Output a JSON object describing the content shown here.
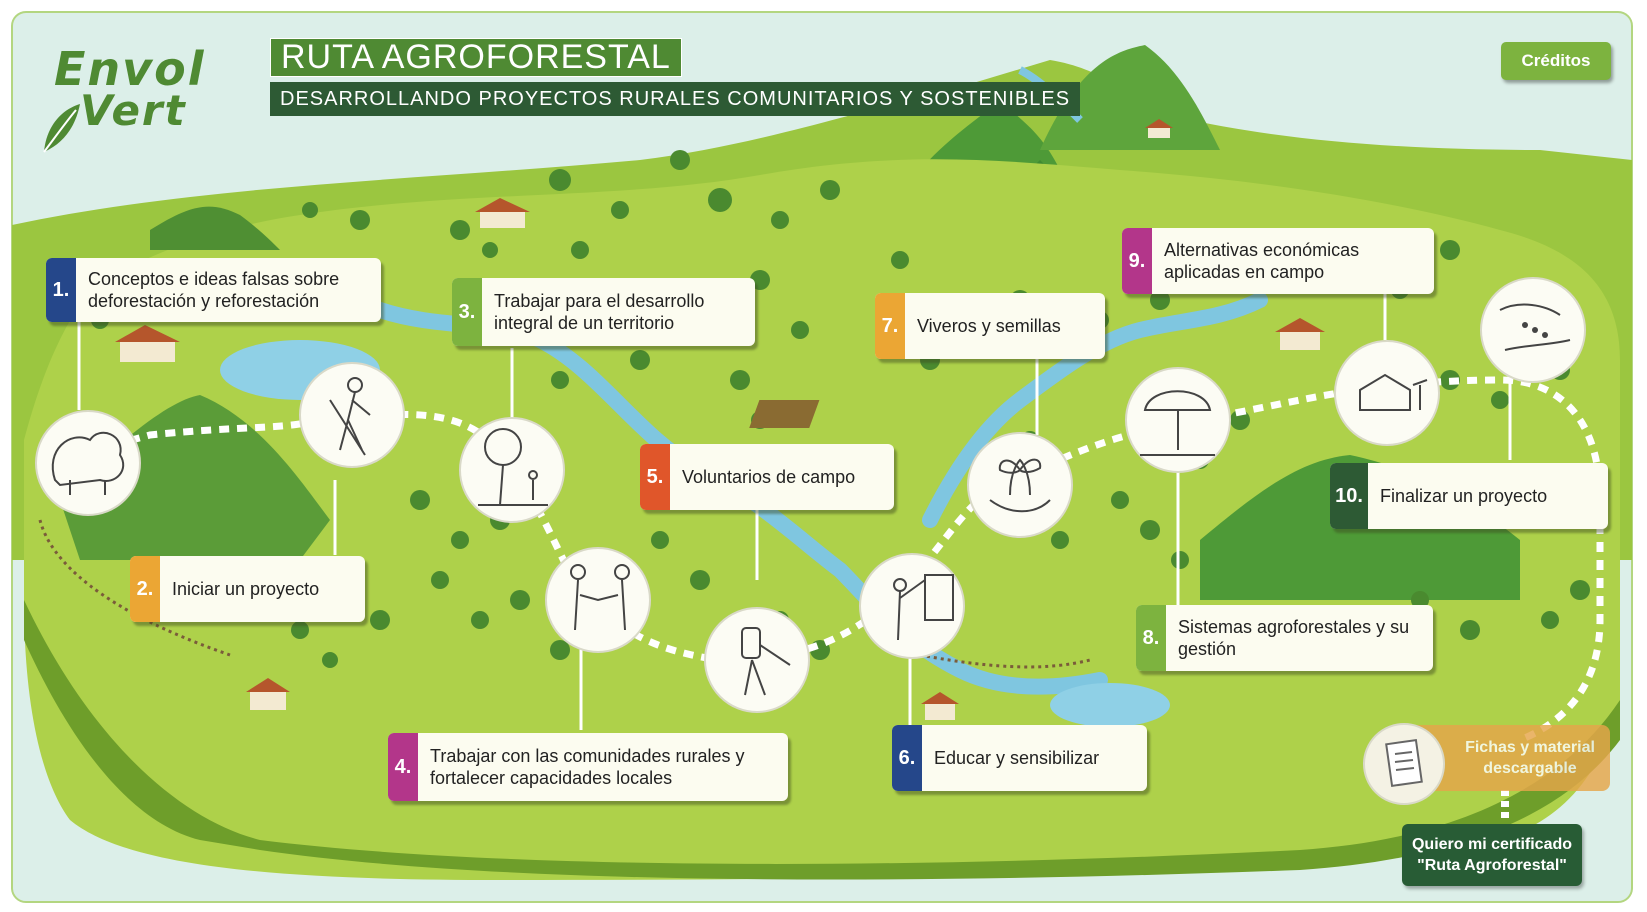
{
  "header": {
    "title": "RUTA AGROFORESTAL",
    "subtitle": "DESARROLLANDO PROYECTOS RURALES COMUNITARIOS Y SOSTENIBLES",
    "logo_text": [
      "Envol",
      "Vert"
    ]
  },
  "credits_label": "Créditos",
  "steps": [
    {
      "num": "1.",
      "label": "Conceptos e ideas falsas sobre deforestación y reforestación",
      "color": "#25478a"
    },
    {
      "num": "2.",
      "label": "Iniciar un proyecto",
      "color": "#eba634"
    },
    {
      "num": "3.",
      "label": "Trabajar para el desarrollo integral de un territorio",
      "color": "#7db33f"
    },
    {
      "num": "4.",
      "label": "Trabajar con las comunidades rurales y fortalecer capacidades locales",
      "color": "#b3368a"
    },
    {
      "num": "5.",
      "label": "Voluntarios de campo",
      "color": "#e0562a"
    },
    {
      "num": "6.",
      "label": "Educar y sensibilizar",
      "color": "#25478a"
    },
    {
      "num": "7.",
      "label": "Viveros y semillas",
      "color": "#eba634"
    },
    {
      "num": "8.",
      "label": "Sistemas agroforestales y su gestión",
      "color": "#7db33f"
    },
    {
      "num": "9.",
      "label": "Alternativas económicas aplicadas en campo",
      "color": "#b3368a"
    },
    {
      "num": "10.",
      "label": "Finalizar un proyecto",
      "color": "#2d5a34"
    }
  ],
  "downloads_label": "Fichas y material descargable",
  "certificate_label": [
    "Quiero mi certificado",
    "\"Ruta Agroforestal\""
  ],
  "icons": [
    "tree-clump-icon",
    "digging-person-icon",
    "tree-person-icon",
    "handshake-icon",
    "hiker-icon",
    "teacher-icon",
    "seedling-hands-icon",
    "agroforestry-tree-icon",
    "rural-house-icon",
    "seed-hands-icon",
    "document-icon",
    "leaf-icon"
  ],
  "colors": {
    "sky": "#dcefe9",
    "map": "#aed14a",
    "river": "#7fc6e0",
    "dark_green": "#2d5a34"
  }
}
